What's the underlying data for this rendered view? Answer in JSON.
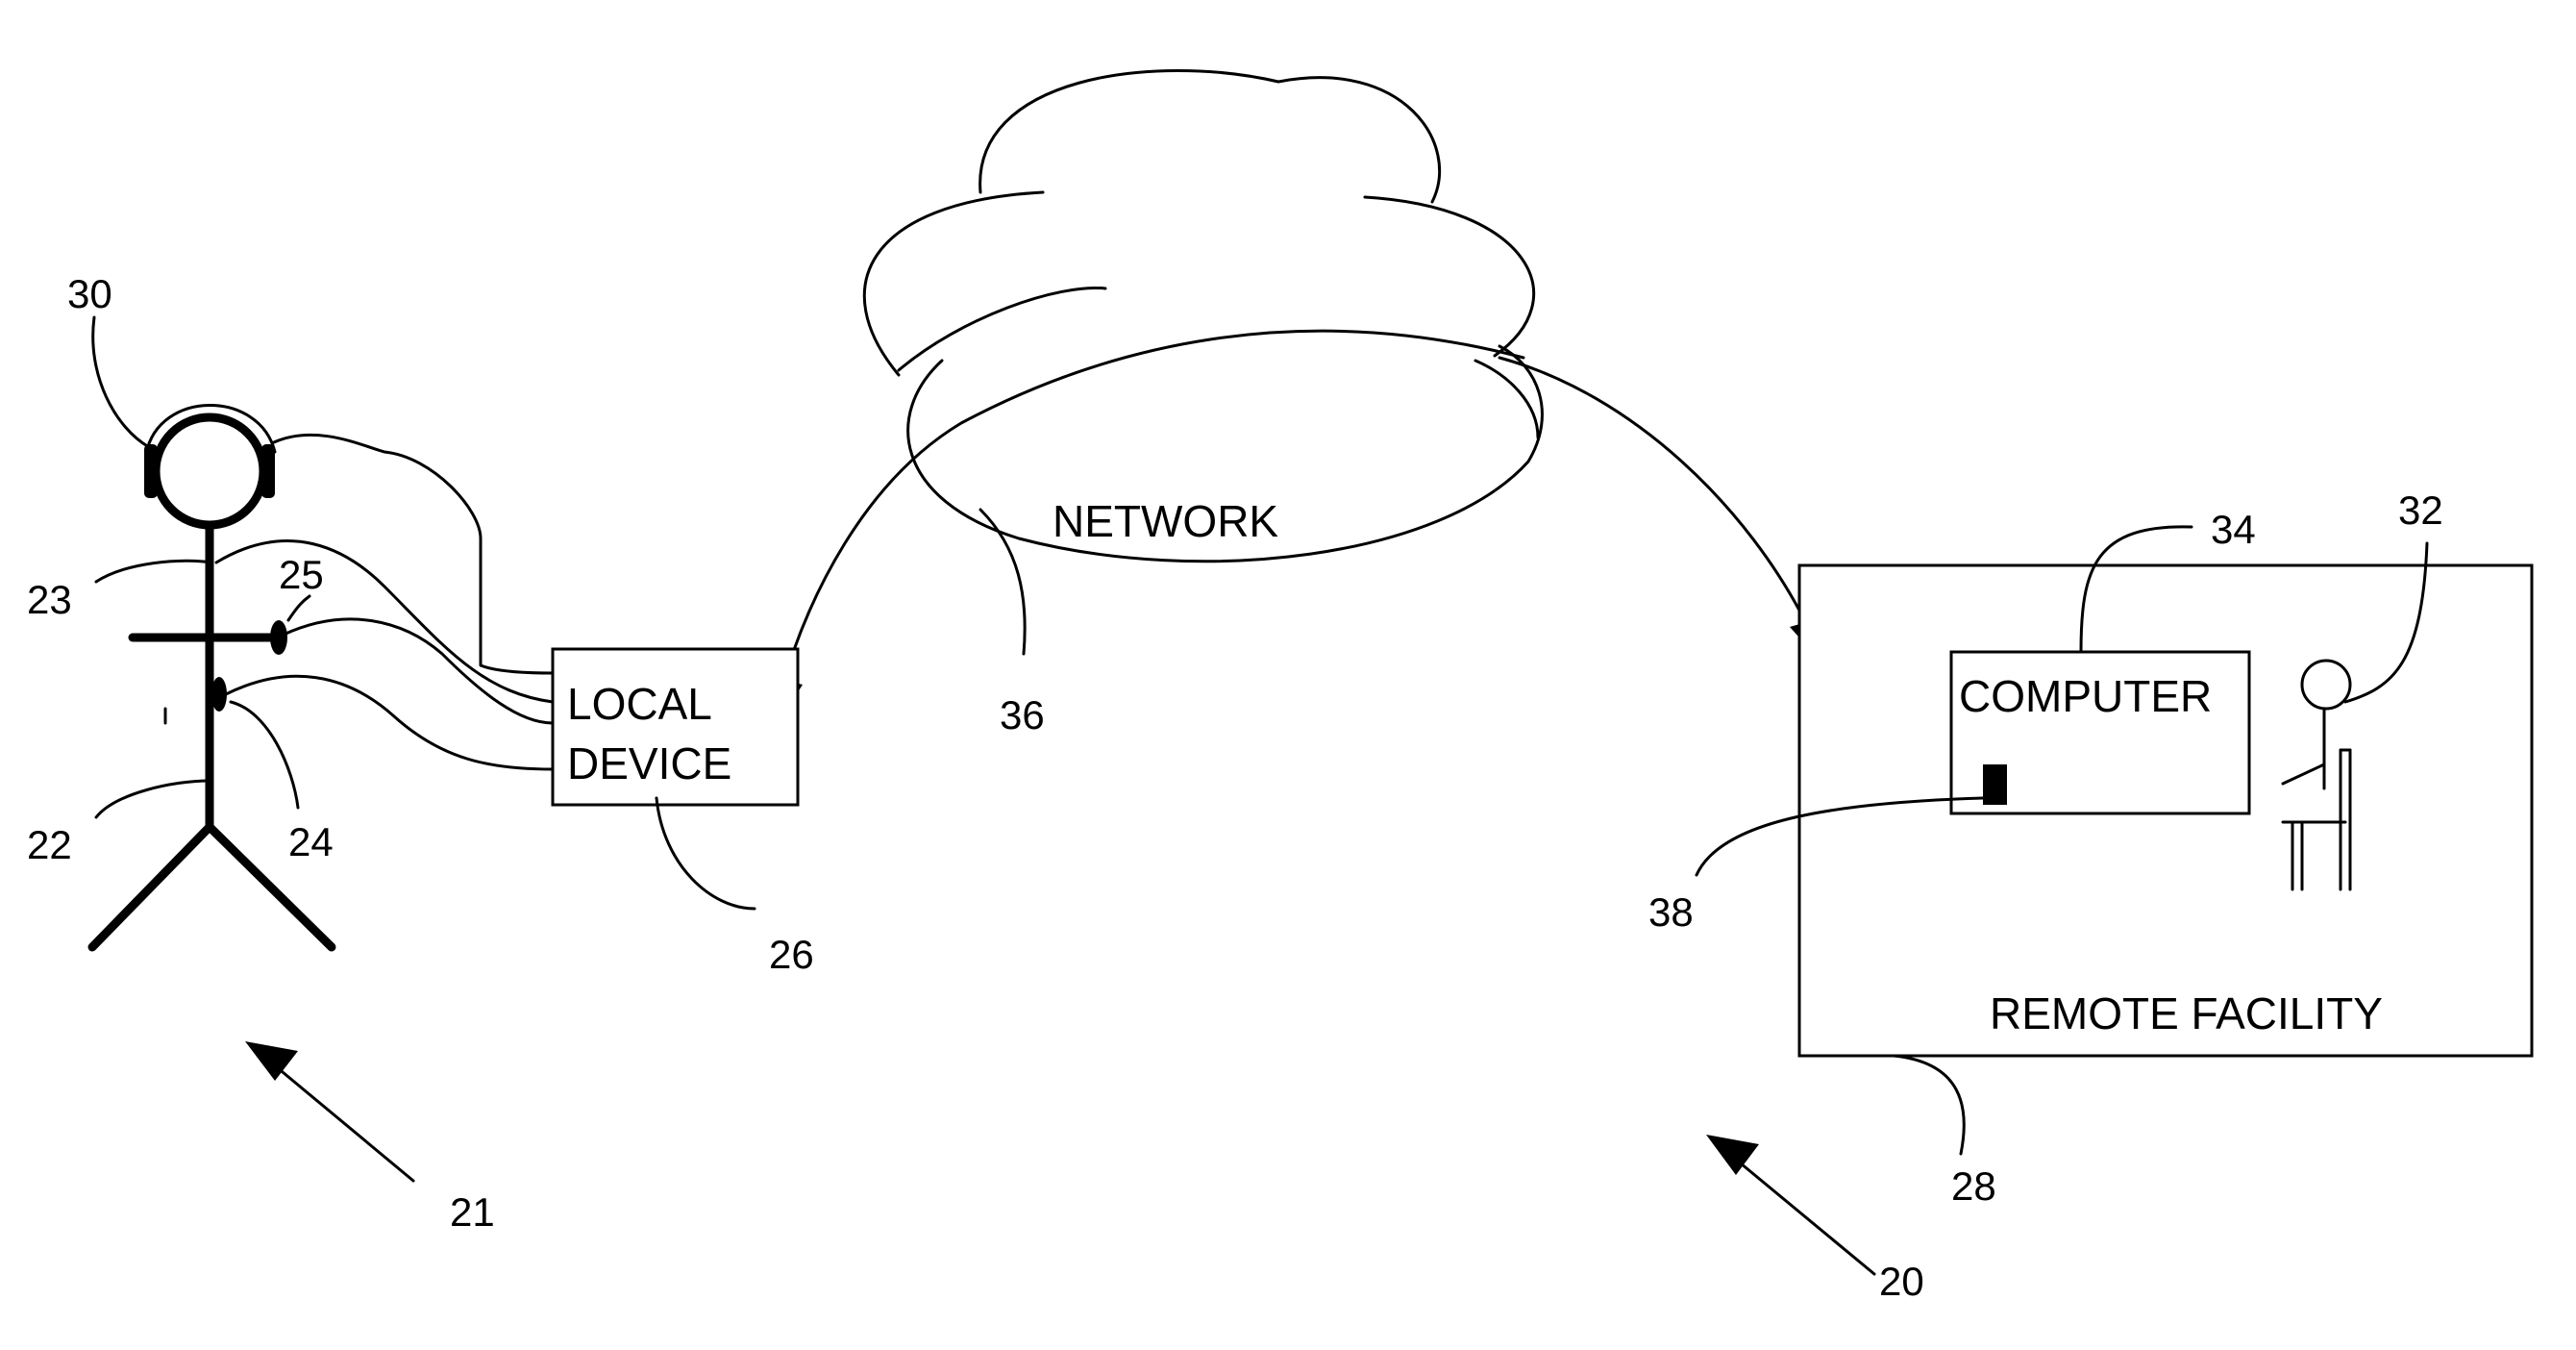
{
  "network": {
    "label": "NETWORK",
    "ref": "36"
  },
  "local_device": {
    "line1": "LOCAL",
    "line2": "DEVICE",
    "ref": "26"
  },
  "remote_facility": {
    "label": "REMOTE FACILITY",
    "ref": "28"
  },
  "computer": {
    "label": "COMPUTER",
    "ref": "34"
  },
  "refs": {
    "headphones": "30",
    "neck_sensor": "23",
    "arm_sensor": "25",
    "body": "22",
    "chest_sensor": "24",
    "patient_system": "21",
    "remote_operator": "32",
    "computer_port": "38",
    "remote_system": "20"
  }
}
